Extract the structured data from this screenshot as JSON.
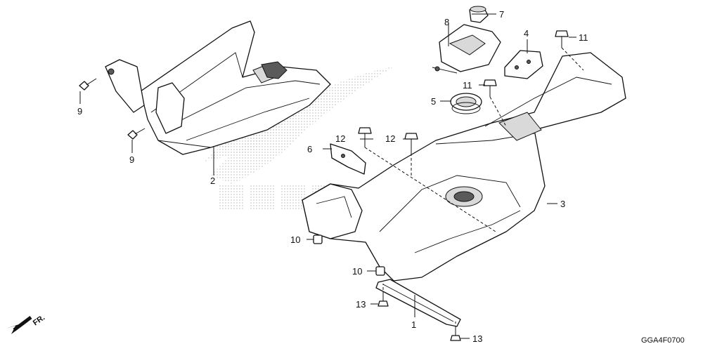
{
  "diagram": {
    "callouts": [
      {
        "id": "callout-1",
        "text": "1"
      },
      {
        "id": "callout-2",
        "text": "2"
      },
      {
        "id": "callout-3",
        "text": "3"
      },
      {
        "id": "callout-4",
        "text": "4"
      },
      {
        "id": "callout-5",
        "text": "5"
      },
      {
        "id": "callout-6",
        "text": "6"
      },
      {
        "id": "callout-7",
        "text": "7"
      },
      {
        "id": "callout-8",
        "text": "8"
      },
      {
        "id": "callout-9a",
        "text": "9"
      },
      {
        "id": "callout-9b",
        "text": "9"
      },
      {
        "id": "callout-10a",
        "text": "10"
      },
      {
        "id": "callout-10b",
        "text": "10"
      },
      {
        "id": "callout-11a",
        "text": "11"
      },
      {
        "id": "callout-11b",
        "text": "11"
      },
      {
        "id": "callout-12a",
        "text": "12"
      },
      {
        "id": "callout-12b",
        "text": "12"
      },
      {
        "id": "callout-13a",
        "text": "13"
      },
      {
        "id": "callout-13b",
        "text": "13"
      }
    ],
    "direction_label": "FR.",
    "figure_code": "GGA4F0700",
    "watermark": "HONDA"
  }
}
